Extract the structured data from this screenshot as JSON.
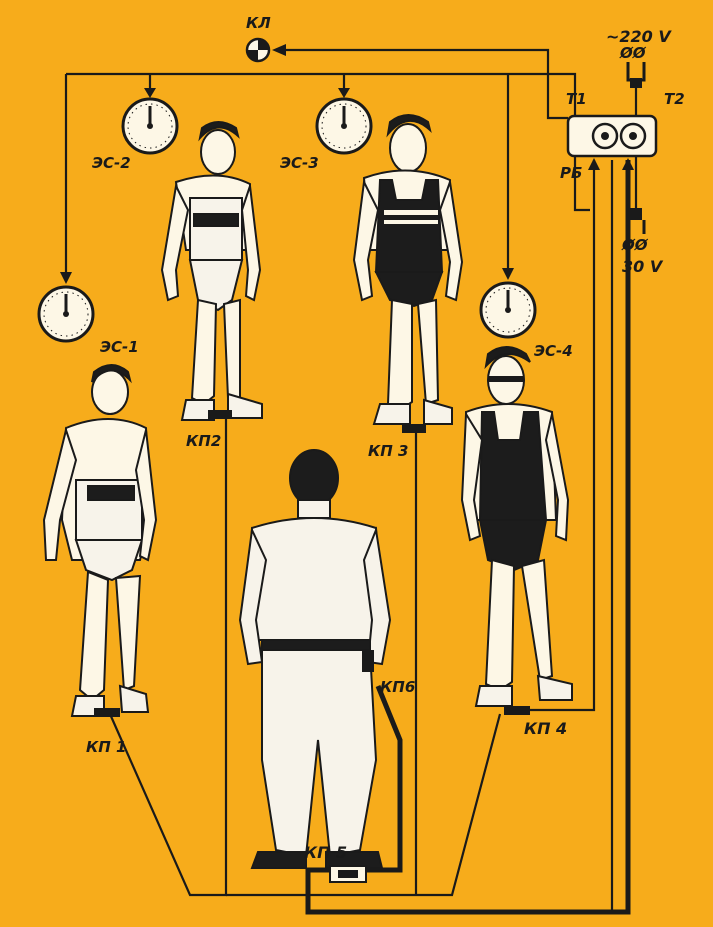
{
  "colors": {
    "background": "#f7ac1b",
    "ink": "#1a1a1a",
    "figure_white": "#fdf7e6"
  },
  "labels": {
    "lamp": "КЛ",
    "power_220": "~220 V",
    "power_30": "30 V",
    "t1": "Т1",
    "t2": "Т2",
    "relay_block": "РБ",
    "clock1": "ЭС-1",
    "clock2": "ЭС-2",
    "clock3": "ЭС-3",
    "clock4": "ЭС-4",
    "kp1": "КП 1",
    "kp2": "КП2",
    "kp3": "КП 3",
    "kp4": "КП 4",
    "kp5": "КП 5",
    "kp6": "КП6"
  },
  "icons": {
    "plug_top": "plug-icon",
    "plug_bottom": "plug-icon",
    "lamp": "signal-lamp-icon",
    "clock": "stopwatch-icon"
  }
}
